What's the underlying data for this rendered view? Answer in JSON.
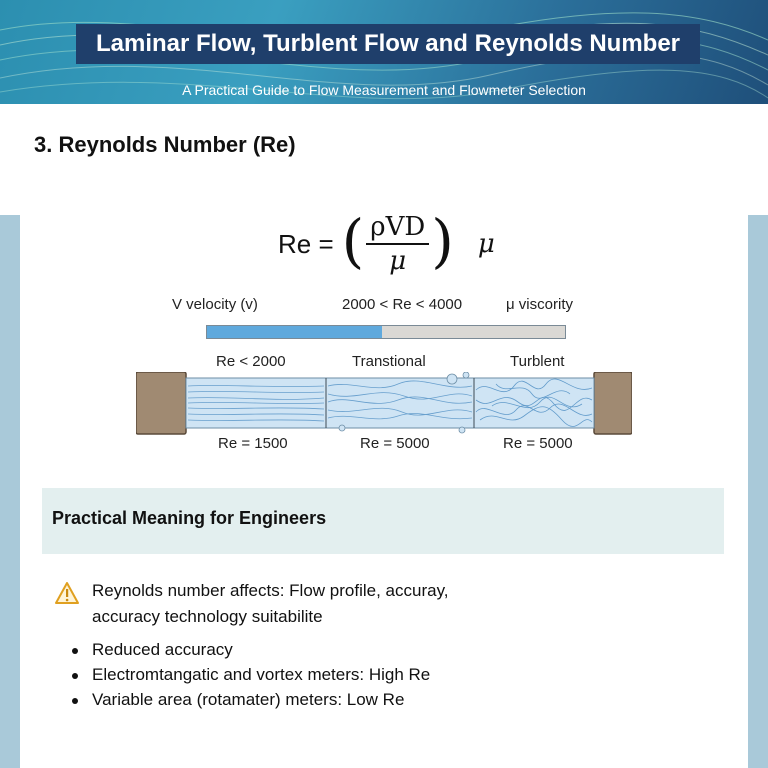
{
  "header": {
    "title": "Laminar Flow, Turblent Flow and Reynolds Number",
    "subtitle": "A Practical Guide to Flow Measurement and Flowmeter Selection"
  },
  "section": {
    "title": "3. Reynolds Number (Re)"
  },
  "formula": {
    "lhs": "Re =",
    "numerator": "ρVD",
    "denominator": "μ",
    "trailing": "μ"
  },
  "scale": {
    "left_label": "V velocity (v)",
    "center_label": "2000 < Re < 4000",
    "right_label": "μ viscority",
    "fill_fraction": 0.49,
    "fill_color": "#5fa9dd",
    "rest_color": "#dad8d4"
  },
  "pipe": {
    "regions": [
      {
        "top_label": "Re < 2000",
        "bottom_label": "Re = 1500"
      },
      {
        "top_label": "Transtional",
        "bottom_label": "Re = 5000"
      },
      {
        "top_label": "Turblent",
        "bottom_label": "Re = 5000"
      }
    ],
    "flange_color": "#a08a72",
    "water_color": "#cfe4f4"
  },
  "practical": {
    "heading": "Practical Meaning for Engineers",
    "warning_icon": "warning-triangle-icon",
    "warning_text": "Reynolds number affects: Flow profile, accuray, accuracy technology suitabilite",
    "bullets": [
      "Reduced accuracy",
      "Electromtangatic and vortex meters: High Re",
      "Variable area (rotamater) meters: Low Re"
    ]
  },
  "colors": {
    "banner_title_bg": "#1f3f6b",
    "side_panel": "#a9c9d9",
    "meaning_box": "#e3efef"
  }
}
